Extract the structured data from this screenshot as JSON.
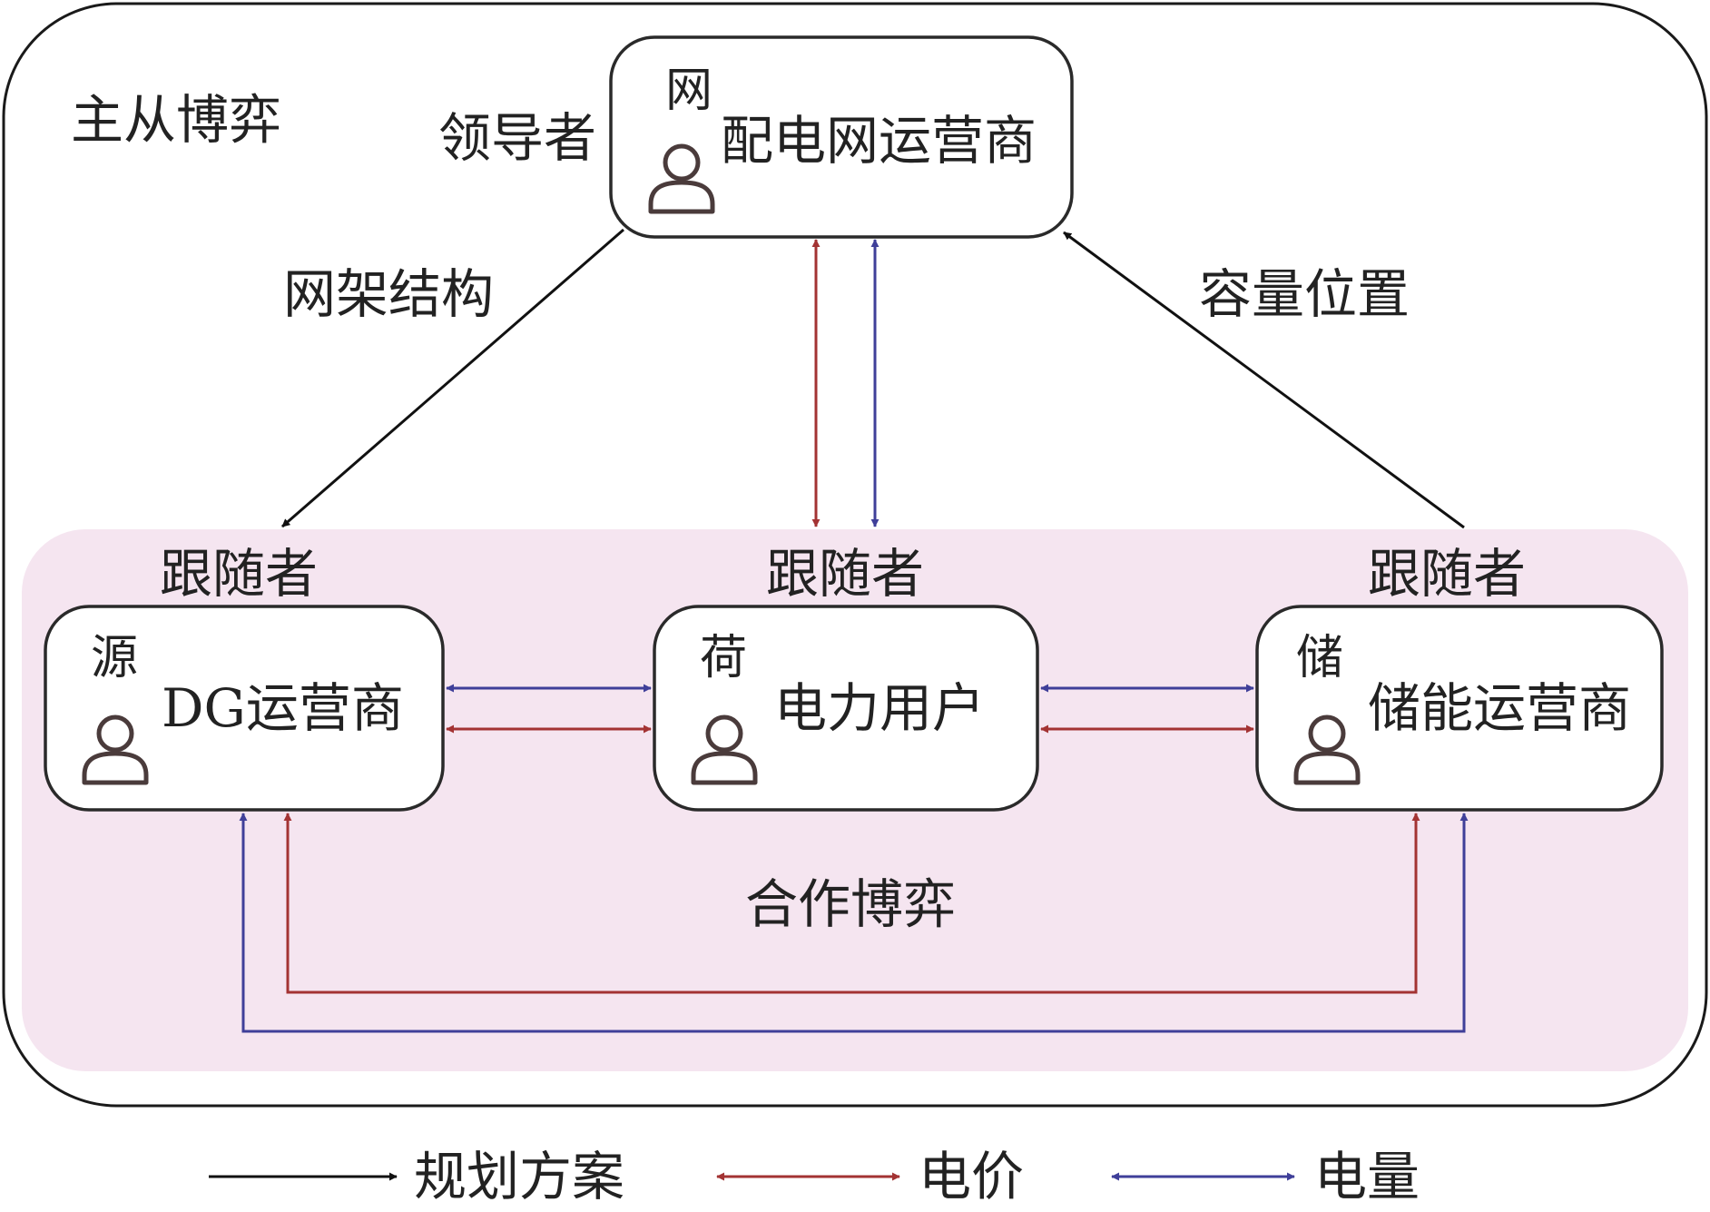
{
  "outer_group": {
    "label": "主从博弈"
  },
  "leader": {
    "role_label": "领导者",
    "tag": "网",
    "name": "配电网运营商"
  },
  "cooperative_group": {
    "label": "合作博弈"
  },
  "followers": [
    {
      "role_label": "跟随者",
      "tag": "源",
      "name": "DG运营商"
    },
    {
      "role_label": "跟随者",
      "tag": "荷",
      "name": "电力用户"
    },
    {
      "role_label": "跟随者",
      "tag": "储",
      "name": "储能运营商"
    }
  ],
  "edge_labels": {
    "grid_structure": "网架结构",
    "capacity_location": "容量位置"
  },
  "legend": {
    "planning": "规划方案",
    "price": "电价",
    "energy": "电量"
  },
  "colors": {
    "planning": "#111111",
    "price": "#a33333",
    "energy": "#3f3f99",
    "cooperative_fill": "#f5e5f0",
    "box_stroke": "#2a2a2a",
    "icon": "#4a3b3b"
  },
  "icons": {
    "leader": "person-icon",
    "followers": "person-icon"
  }
}
